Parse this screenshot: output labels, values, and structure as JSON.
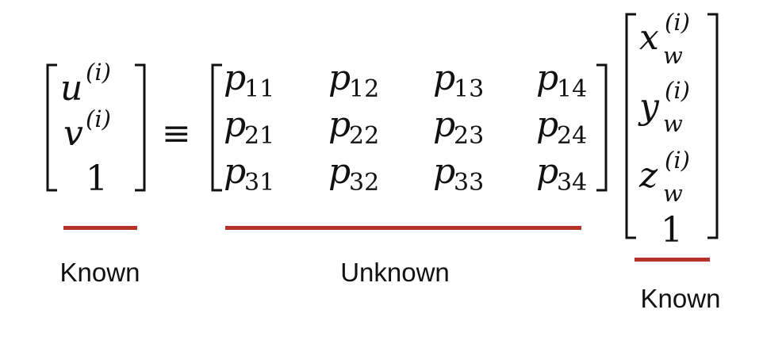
{
  "lhs_vector": {
    "row1": {
      "base": "u",
      "sup": "(i)"
    },
    "row2": {
      "base": "v",
      "sup": "(i)"
    },
    "row3": "1"
  },
  "equiv_symbol": "≡",
  "projection_matrix": {
    "rows": [
      [
        {
          "base": "p",
          "sub": "11"
        },
        {
          "base": "p",
          "sub": "12"
        },
        {
          "base": "p",
          "sub": "13"
        },
        {
          "base": "p",
          "sub": "14"
        }
      ],
      [
        {
          "base": "p",
          "sub": "21"
        },
        {
          "base": "p",
          "sub": "22"
        },
        {
          "base": "p",
          "sub": "23"
        },
        {
          "base": "p",
          "sub": "24"
        }
      ],
      [
        {
          "base": "p",
          "sub": "31"
        },
        {
          "base": "p",
          "sub": "32"
        },
        {
          "base": "p",
          "sub": "33"
        },
        {
          "base": "p",
          "sub": "34"
        }
      ]
    ]
  },
  "rhs_vector": {
    "row1": {
      "base": "x",
      "sub": "w",
      "sup": "(i)"
    },
    "row2": {
      "base": "y",
      "sub": "w",
      "sup": "(i)"
    },
    "row3": {
      "base": "z",
      "sub": "w",
      "sup": "(i)"
    },
    "row4": "1"
  },
  "labels": {
    "lhs": "Known",
    "matrix": "Unknown",
    "rhs": "Known"
  },
  "colors": {
    "underline": "#b5332a",
    "text": "#111111"
  }
}
